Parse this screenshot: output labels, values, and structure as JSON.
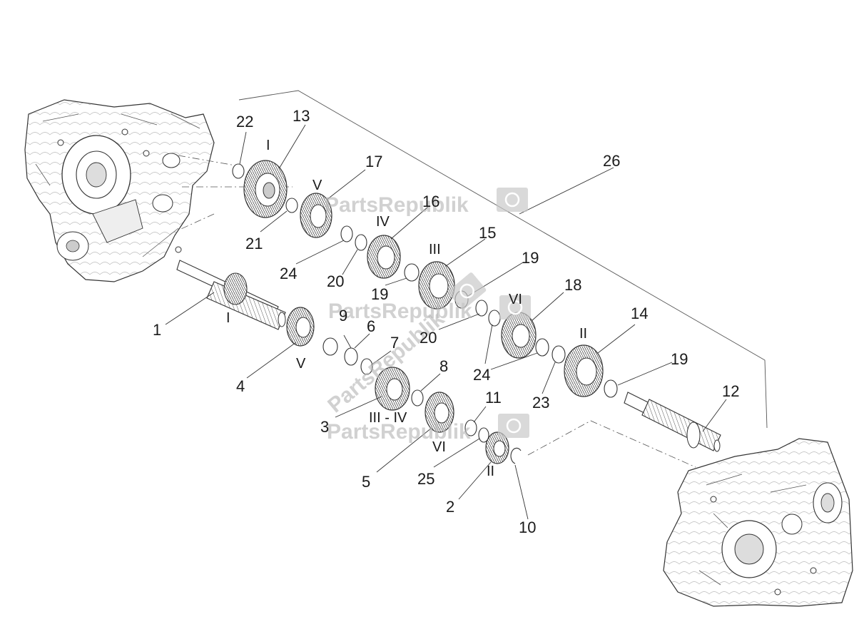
{
  "watermark": {
    "brand": "PartsRepublik"
  },
  "callouts": [
    {
      "id": "c1",
      "text": "1"
    },
    {
      "id": "c2",
      "text": "2"
    },
    {
      "id": "c3",
      "text": "3"
    },
    {
      "id": "c4",
      "text": "4"
    },
    {
      "id": "c5",
      "text": "5"
    },
    {
      "id": "c6",
      "text": "6"
    },
    {
      "id": "c7",
      "text": "7"
    },
    {
      "id": "c8",
      "text": "8"
    },
    {
      "id": "c9",
      "text": "9"
    },
    {
      "id": "c10",
      "text": "10"
    },
    {
      "id": "c11",
      "text": "11"
    },
    {
      "id": "c12",
      "text": "12"
    },
    {
      "id": "c13",
      "text": "13"
    },
    {
      "id": "c14",
      "text": "14"
    },
    {
      "id": "c15",
      "text": "15"
    },
    {
      "id": "c16",
      "text": "16"
    },
    {
      "id": "c17",
      "text": "17"
    },
    {
      "id": "c18",
      "text": "18"
    },
    {
      "id": "c19a",
      "text": "19"
    },
    {
      "id": "c19b",
      "text": "19"
    },
    {
      "id": "c19c",
      "text": "19"
    },
    {
      "id": "c20a",
      "text": "20"
    },
    {
      "id": "c20b",
      "text": "20"
    },
    {
      "id": "c21",
      "text": "21"
    },
    {
      "id": "c22",
      "text": "22"
    },
    {
      "id": "c23",
      "text": "23"
    },
    {
      "id": "c24a",
      "text": "24"
    },
    {
      "id": "c24b",
      "text": "24"
    },
    {
      "id": "c25",
      "text": "25"
    },
    {
      "id": "c26",
      "text": "26"
    }
  ],
  "gear_labels": [
    {
      "id": "g1",
      "text": "I"
    },
    {
      "id": "g2",
      "text": "V"
    },
    {
      "id": "g3",
      "text": "IV"
    },
    {
      "id": "g4",
      "text": "III"
    },
    {
      "id": "g5",
      "text": "VI"
    },
    {
      "id": "g6",
      "text": "II"
    },
    {
      "id": "g7",
      "text": "I"
    },
    {
      "id": "g8",
      "text": "V"
    },
    {
      "id": "g9",
      "text": "III - IV"
    },
    {
      "id": "g10",
      "text": "VI"
    },
    {
      "id": "g11",
      "text": "II"
    }
  ]
}
